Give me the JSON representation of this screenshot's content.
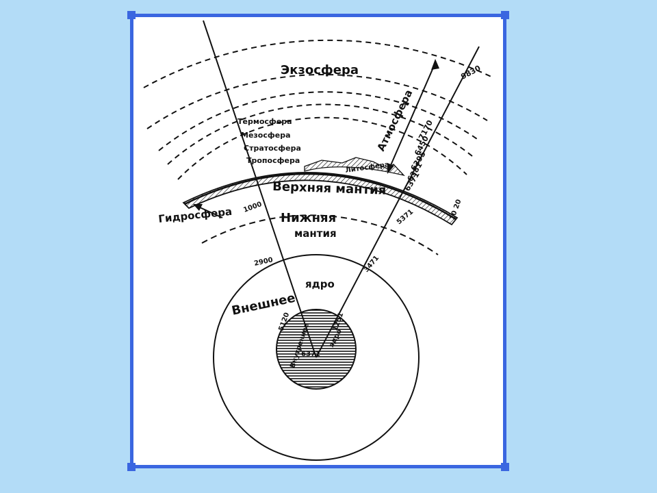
{
  "colors": {
    "background": "#b3dcf7",
    "frame": "#3a66e0",
    "paper": "#ffffff",
    "ink": "#111111"
  },
  "layers": {
    "exosphere": "Экзосфера",
    "thermosphere": "Термосфера",
    "mesosphere": "Мезосфера",
    "stratosphere": "Стратосфера",
    "troposphere": "Тропосфера",
    "atmosphere": "Атмосфера",
    "lithosphere": "Литосфера",
    "hydrosphere": "Гидросфера",
    "upper_mantle": "Верхняя мантия",
    "lower_mantle_1": "Нижняя",
    "lower_mantle_2": "мантия",
    "outer_core_1": "Внешнее",
    "outer_core_2": "ядро",
    "inner_core_1": "Внутреннее",
    "inner_core_2": "ядро"
  },
  "depths": {
    "d9830": "9830",
    "d7170": "7170",
    "d6450": "6450",
    "d6395": "6395",
    "d6381": "6381",
    "d6371": "6371",
    "d5371": "5371",
    "d1000": "1000",
    "d2900": "2900",
    "d3471": "3471",
    "d5120": "5120",
    "d1251": "1251",
    "d6371_center": "6371",
    "edge_marks": "10\n20"
  }
}
